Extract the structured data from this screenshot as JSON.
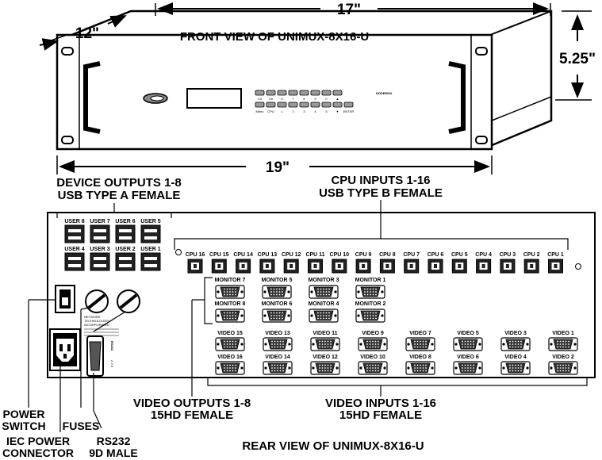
{
  "dimensions": {
    "width": "17\"",
    "depth": "12\"",
    "height": "5.25\"",
    "rack_width": "19\""
  },
  "front": {
    "title": "FRONT VIEW OF UNIMUX-8X16-U",
    "brand": "NODEMUX",
    "keypad_row1": [
      "Clr",
      "Ctr",
      "6",
      "7",
      "8",
      "9",
      "0",
      "▲"
    ],
    "keypad_row2": [
      "Menu",
      "CPU",
      "1",
      "2",
      "3",
      "4",
      "5",
      "▼",
      "ENTER"
    ]
  },
  "rear": {
    "title": "REAR VIEW OF UNIMUX-8X16-U",
    "user_ports_top": [
      "USER 8",
      "USER 7",
      "USER 6",
      "USER 5"
    ],
    "user_ports_bottom": [
      "USER 4",
      "USER 3",
      "USER 2",
      "USER 1"
    ],
    "cpu_ports": [
      "CPU 16",
      "CPU 15",
      "CPU 14",
      "CPU 13",
      "CPU 12",
      "CPU 11",
      "CPU 10",
      "CPU 9",
      "CPU 8",
      "CPU 7",
      "CPU 6",
      "CPU 5",
      "CPU 4",
      "CPU 3",
      "CPU 2",
      "CPU 1"
    ],
    "monitors_top": [
      "MONITOR 7",
      "MONITOR 5",
      "MONITOR 3",
      "MONITOR 1"
    ],
    "monitors_bottom": [
      "MONITOR 8",
      "MONITOR 6",
      "MONITOR 4",
      "MONITOR 2"
    ],
    "videos_top": [
      "VIDEO 15",
      "VIDEO 13",
      "VIDEO 11",
      "VIDEO 9",
      "VIDEO 7",
      "VIDEO 5",
      "VIDEO 3",
      "VIDEO 1"
    ],
    "videos_bottom": [
      "VIDEO 16",
      "VIDEO 14",
      "VIDEO 12",
      "VIDEO 10",
      "VIDEO 8",
      "VIDEO 6",
      "VIDEO 4",
      "VIDEO 2"
    ],
    "rs232_label": "RS232",
    "maker_text": [
      "NETWORK",
      "TECHNOLOGIES",
      "INCORPORATED"
    ]
  },
  "callouts": {
    "device_outputs": [
      "DEVICE OUTPUTS 1-8",
      "USB TYPE A FEMALE"
    ],
    "cpu_inputs": [
      "CPU INPUTS 1-16",
      "USB TYPE B FEMALE"
    ],
    "video_outputs": [
      "VIDEO OUTPUTS 1-8",
      "15HD FEMALE"
    ],
    "video_inputs": [
      "VIDEO INPUTS 1-16",
      "15HD FEMALE"
    ],
    "power_switch": [
      "POWER",
      "SWITCH"
    ],
    "iec_power": [
      "IEC POWER",
      "CONNECTOR"
    ],
    "fuses": "FUSES",
    "rs232": [
      "RS232",
      "9D MALE"
    ]
  }
}
